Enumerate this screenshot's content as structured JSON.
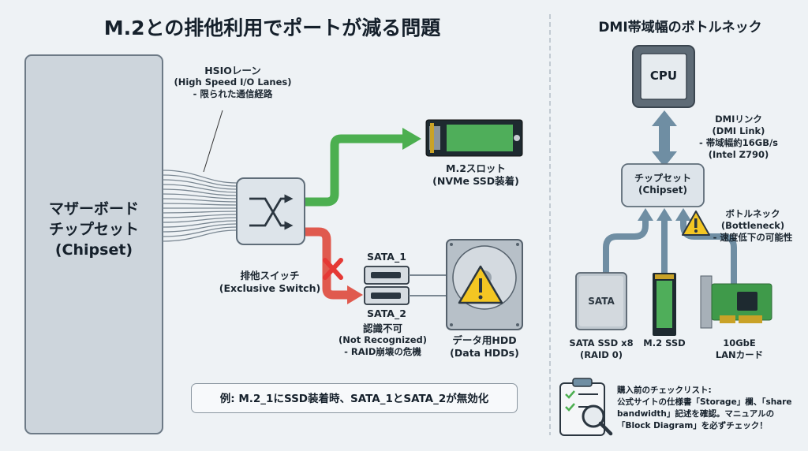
{
  "titles": {
    "main": "M.2との排他利用でポートが減る問題",
    "side": "DMI帯域幅のボトルネック"
  },
  "left_diagram": {
    "chipset": [
      "マザーボード",
      "チップセット",
      "(Chipset)"
    ],
    "hsio": [
      "HSIOレーン",
      "(High Speed I/O Lanes)",
      "- 限られた通信経路"
    ],
    "switch": [
      "排他スイッチ",
      "(Exclusive Switch)"
    ],
    "m2_slot": [
      "M.2スロット",
      "(NVMe SSD装着)"
    ],
    "sata1": "SATA_1",
    "sata2": "SATA_2",
    "not_recognized": [
      "認識不可",
      "(Not Recognized)",
      "- RAID崩壊の危機"
    ],
    "hdd": [
      "データ用HDD",
      "(Data HDDs)"
    ],
    "example": "例: M.2_1にSSD装着時、SATA_1とSATA_2が無効化"
  },
  "right_diagram": {
    "cpu": "CPU",
    "dmi": [
      "DMIリンク",
      "(DMI Link)",
      "- 帯域幅約16GB/s",
      "(Intel Z790)"
    ],
    "chipset": [
      "チップセット",
      "(Chipset)"
    ],
    "bottleneck": [
      "ボトルネック",
      "(Bottleneck)",
      "- 速度低下の可能性"
    ],
    "sata_chip": "SATA",
    "devices": {
      "sata_ssd": [
        "SATA SSD x8",
        "(RAID 0)"
      ],
      "m2_ssd": "M.2 SSD",
      "lan": [
        "10GbE",
        "LANカード"
      ]
    },
    "checklist": [
      "購入前のチェックリスト:",
      "公式サイトの仕様書「Storage」欄、「share",
      "bandwidth」記述を確認。マニュアルの",
      "「Block Diagram」を必ずチェック！"
    ]
  },
  "colors": {
    "green_path": "#4caf50",
    "red_path": "#e05a4e",
    "blue_arrow": "#6f8ea3",
    "warning": "#f3c623"
  }
}
